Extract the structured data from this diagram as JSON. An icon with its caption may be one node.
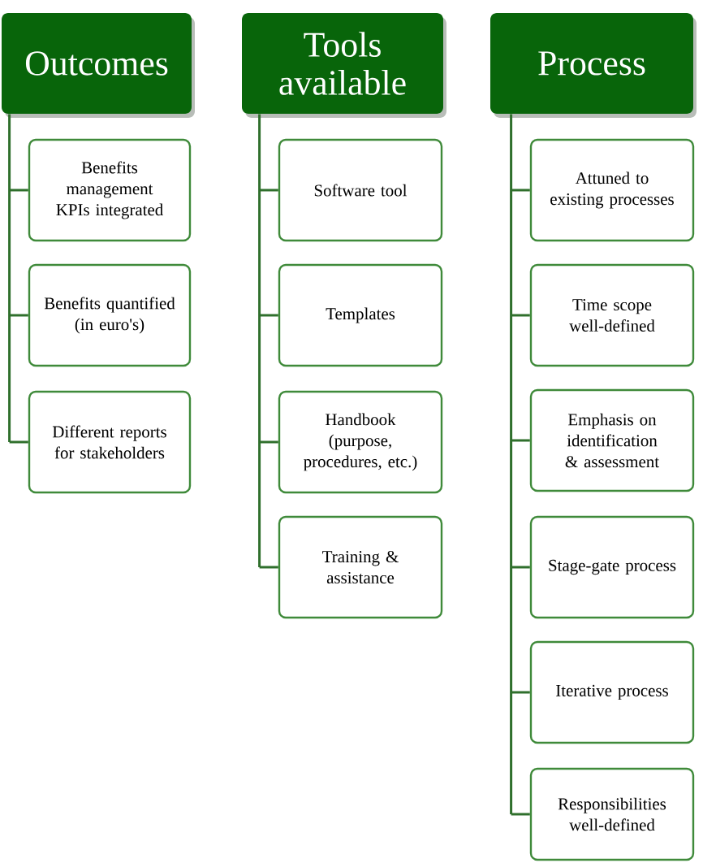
{
  "diagram": {
    "nodes": [
      {
        "text": [
          "Outcomes"
        ]
      },
      {
        "text": [
          "Benefits management KPIs integrated"
        ]
      },
      {
        "text": [
          "Benefits quantified (in euro's)"
        ]
      },
      {
        "text": [
          "Different reports for stakeholders"
        ]
      },
      {
        "text": [
          "Tools available"
        ]
      },
      {
        "text": [
          "Software tool"
        ]
      },
      {
        "text": [
          "Templates"
        ]
      },
      {
        "text": [
          "Handbook (purpose, procedures, etc.)"
        ]
      },
      {
        "text": [
          "Training & assistance"
        ]
      },
      {
        "text": [
          "Process"
        ]
      },
      {
        "text": [
          "Attuned to existing processes"
        ]
      },
      {
        "text": [
          "Time scope well-defined"
        ]
      },
      {
        "text": [
          "Emphasis on identification & assessment"
        ]
      },
      {
        "text": [
          "Stage-gate process"
        ]
      },
      {
        "text": [
          "Iterative process"
        ]
      },
      {
        "text": [
          "Responsibilities well-defined"
        ]
      }
    ],
    "edges": [
      {
        "from": 0,
        "to": 1,
        "arrow": "none"
      },
      {
        "from": 0,
        "to": 2,
        "arrow": "none"
      },
      {
        "from": 0,
        "to": 3,
        "arrow": "none"
      },
      {
        "from": 4,
        "to": 5,
        "arrow": "none"
      },
      {
        "from": 4,
        "to": 6,
        "arrow": "none"
      },
      {
        "from": 4,
        "to": 7,
        "arrow": "none"
      },
      {
        "from": 4,
        "to": 8,
        "arrow": "none"
      },
      {
        "from": 9,
        "to": 10,
        "arrow": "none"
      },
      {
        "from": 9,
        "to": 11,
        "arrow": "none"
      },
      {
        "from": 9,
        "to": 12,
        "arrow": "none"
      },
      {
        "from": 9,
        "to": 13,
        "arrow": "none"
      },
      {
        "from": 9,
        "to": 14,
        "arrow": "none"
      },
      {
        "from": 9,
        "to": 15,
        "arrow": "none"
      }
    ]
  }
}
